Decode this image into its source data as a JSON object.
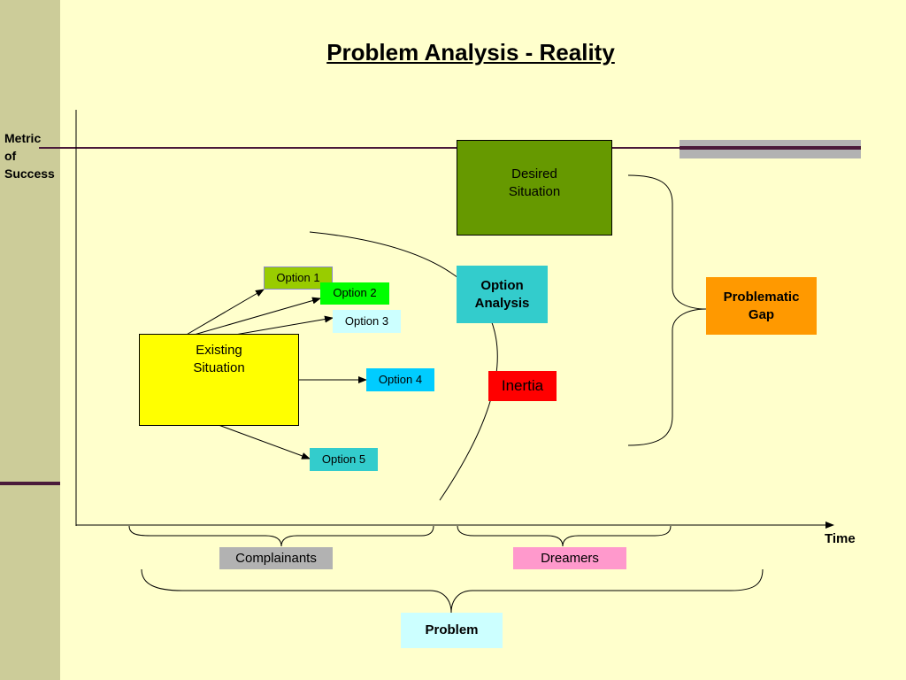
{
  "slide": {
    "title": "Problem Analysis - Reality",
    "y_axis_label": [
      "Metric",
      "of",
      "Success"
    ],
    "x_axis_label": "Time"
  },
  "boxes": {
    "desired_situation": [
      "Desired",
      "Situation"
    ],
    "existing_situation": [
      "Existing",
      "Situation"
    ],
    "option_analysis": [
      "Option",
      "Analysis"
    ],
    "inertia": "Inertia",
    "problematic_gap": [
      "Problematic",
      "Gap"
    ]
  },
  "options": [
    "Option 1",
    "Option 2",
    "Option 3",
    "Option 4",
    "Option 5"
  ],
  "groups": {
    "complainants": "Complainants",
    "dreamers": "Dreamers",
    "problem": "Problem"
  },
  "colors": {
    "background": "#ffffcc",
    "sidebar": "#cccc99",
    "desired": "#669900",
    "existing": "#ffff00",
    "option_1": "#99cc00",
    "option_2": "#00ff00",
    "option_3": "#ccffff",
    "option_4": "#00ccff",
    "option_5": "#33cccc",
    "option_analysis": "#33cccc",
    "inertia": "#ff0000",
    "problematic_gap": "#ff9900",
    "complainants": "#b2b2b2",
    "dreamers": "#ff99cc",
    "problem": "#ccffff"
  }
}
